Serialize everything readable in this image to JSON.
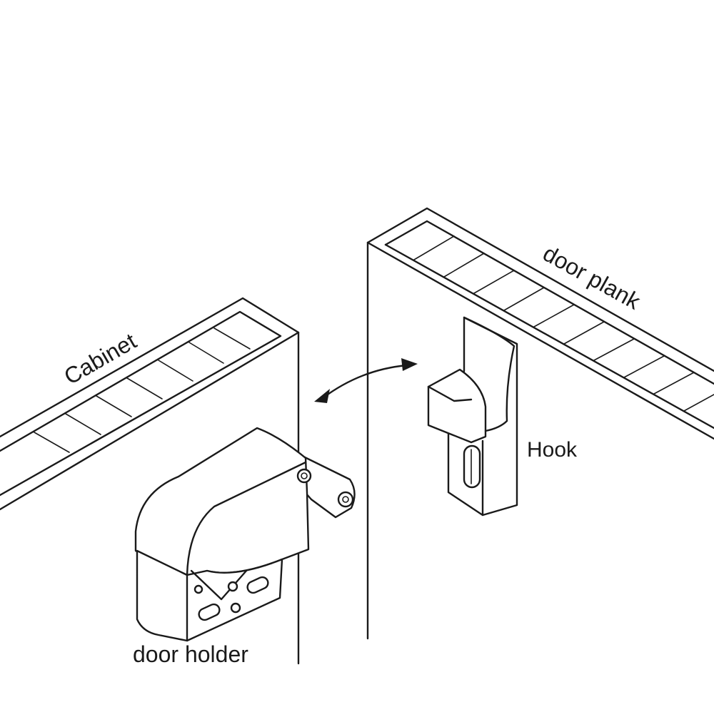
{
  "labels": {
    "cabinet": "Cabinet",
    "door_plank": "door plank",
    "hook": "Hook",
    "door_holder": "door holder"
  },
  "colors": {
    "line": "#1a1a1a",
    "background": "#ffffff"
  }
}
